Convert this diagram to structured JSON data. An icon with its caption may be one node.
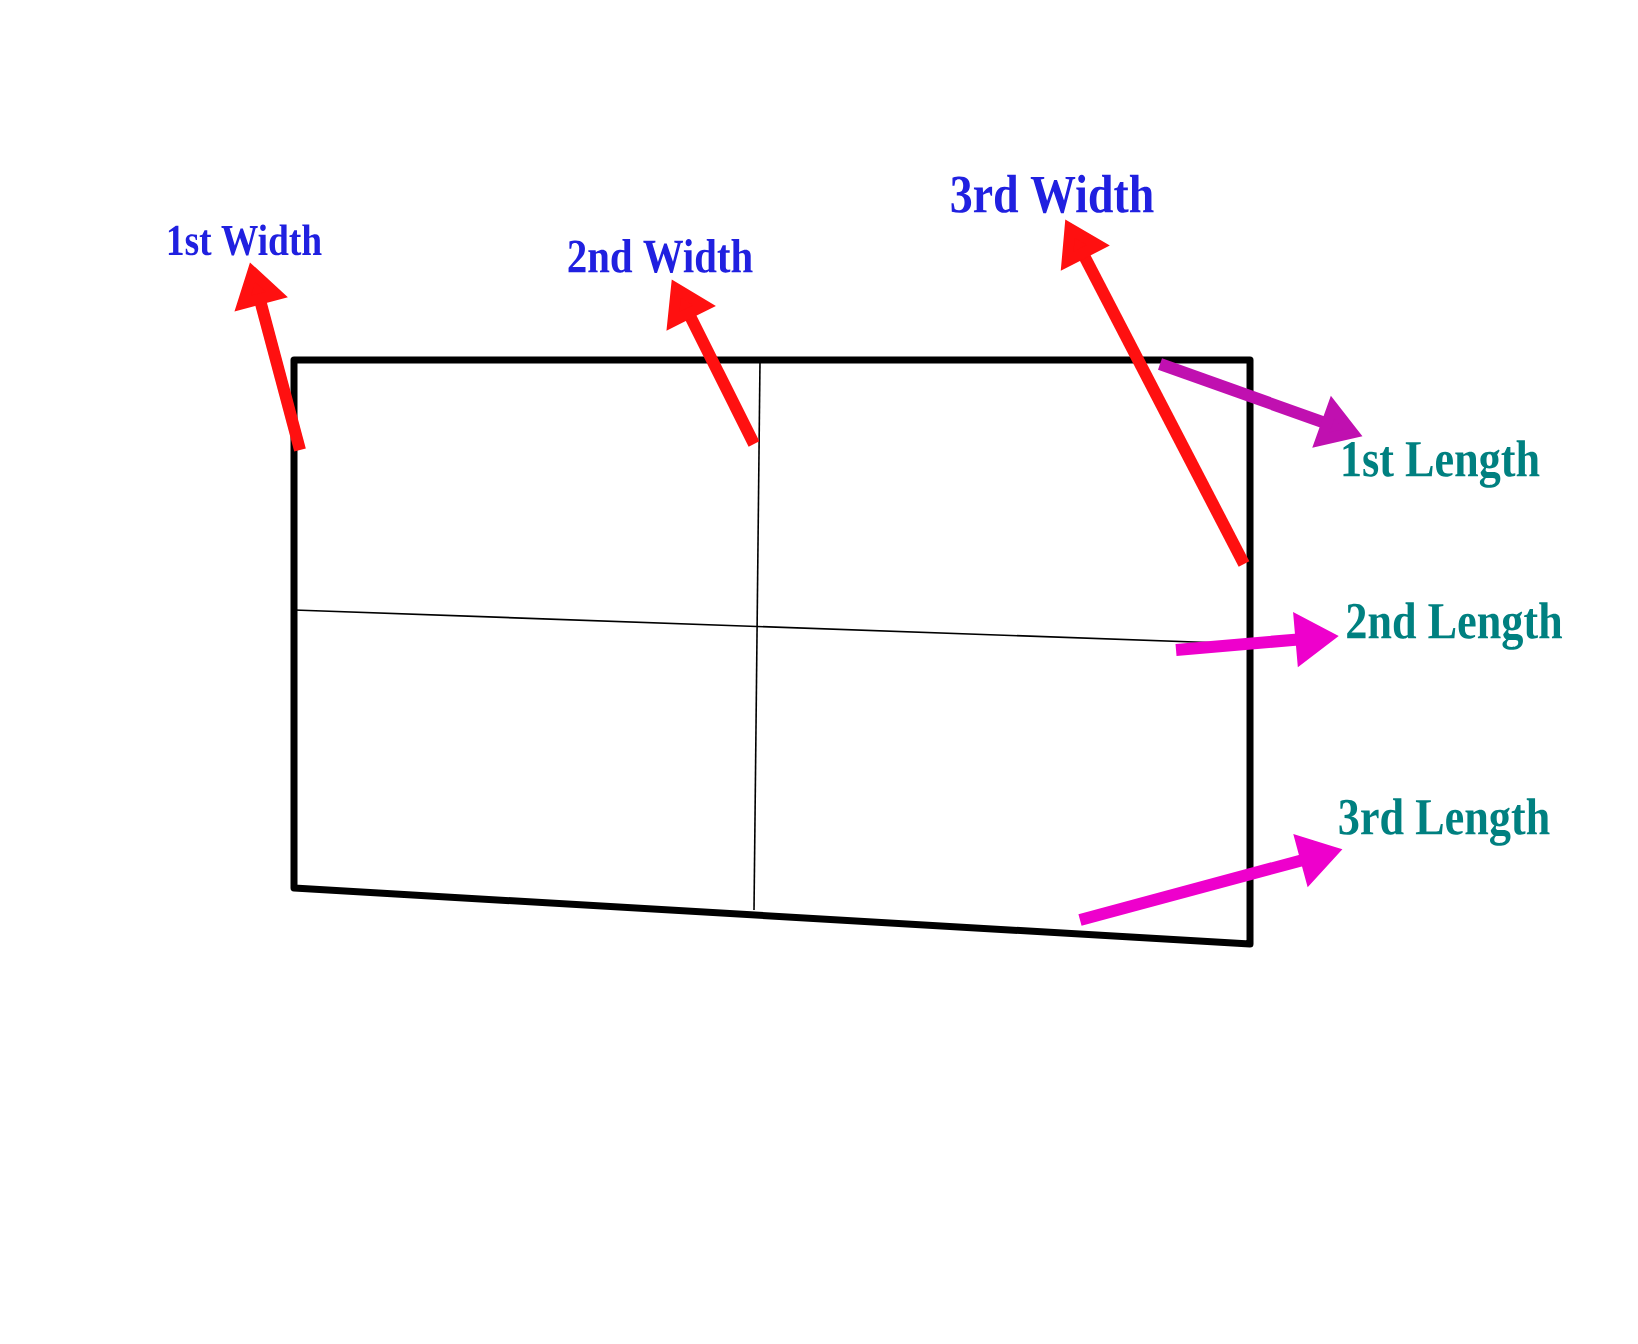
{
  "diagram": {
    "nodes": [
      {
        "text": [],
        "shape": "box"
      },
      {
        "text": [
          "1st Width"
        ]
      },
      {
        "text": [
          "2nd Width"
        ]
      },
      {
        "text": [
          "3rd Width"
        ]
      },
      {
        "text": [
          "1st Length"
        ]
      },
      {
        "text": [
          "2nd Length"
        ]
      },
      {
        "text": [
          "3rd Length"
        ]
      }
    ],
    "edges": [
      {
        "from": 0,
        "to": 1,
        "arrow": "to",
        "color": "#ff1010"
      },
      {
        "from": 0,
        "to": 2,
        "arrow": "to",
        "color": "#ff1010"
      },
      {
        "from": 0,
        "to": 3,
        "arrow": "to",
        "color": "#ff1010"
      },
      {
        "from": 0,
        "to": 4,
        "arrow": "to",
        "color": "#c010b0"
      },
      {
        "from": 0,
        "to": 5,
        "arrow": "to",
        "color": "#ee00cc"
      },
      {
        "from": 0,
        "to": 6,
        "arrow": "to",
        "color": "#ee00cc"
      }
    ]
  }
}
